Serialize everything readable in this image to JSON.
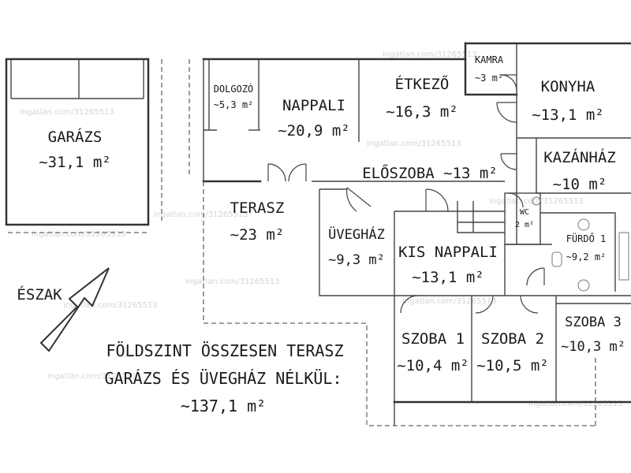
{
  "watermark": "ingatlan.com/31265513",
  "rooms": {
    "garazs": {
      "name": "GARÁZS",
      "area": "~31,1 m²"
    },
    "dolgozo": {
      "name": "DOLGOZÓ",
      "area": "~5,3 m²"
    },
    "nappali": {
      "name": "NAPPALI",
      "area": "~20,9 m²"
    },
    "etkezo": {
      "name": "ÉTKEZŐ",
      "area": "~16,3 m²"
    },
    "kamra": {
      "name": "KAMRA",
      "area": "~3 m²"
    },
    "konyha": {
      "name": "KONYHA",
      "area": "~13,1 m²"
    },
    "kazanhaz": {
      "name": "KAZÁNHÁZ",
      "area": "~10 m²"
    },
    "eloszoba": {
      "label": "ELŐSZOBA ~13 m²"
    },
    "terasz": {
      "name": "TERASZ",
      "area": "~23 m²"
    },
    "uveghaz": {
      "name": "ÜVEGHÁZ",
      "area": "~9,3 m²"
    },
    "wc": {
      "name": "WC",
      "area": "2 m²"
    },
    "furdo": {
      "name": "FÜRDŐ 1",
      "area": "~9,2 m²"
    },
    "kisnappali": {
      "name": "KIS NAPPALI",
      "area": "~13,1 m²"
    },
    "szoba1": {
      "name": "SZOBA 1",
      "area": "~10,4 m²"
    },
    "szoba2": {
      "name": "SZOBA 2",
      "area": "~10,5 m²"
    },
    "szoba3": {
      "name": "SZOBA 3",
      "area": "~10,3 m²"
    }
  },
  "compass": {
    "label": "ÉSZAK"
  },
  "summary": {
    "line1": "FÖLDSZINT ÖSSZESEN TERASZ",
    "line2": "GARÁZS ÉS ÜVEGHÁZ NÉLKÜL:",
    "line3": "~137,1 m²"
  }
}
